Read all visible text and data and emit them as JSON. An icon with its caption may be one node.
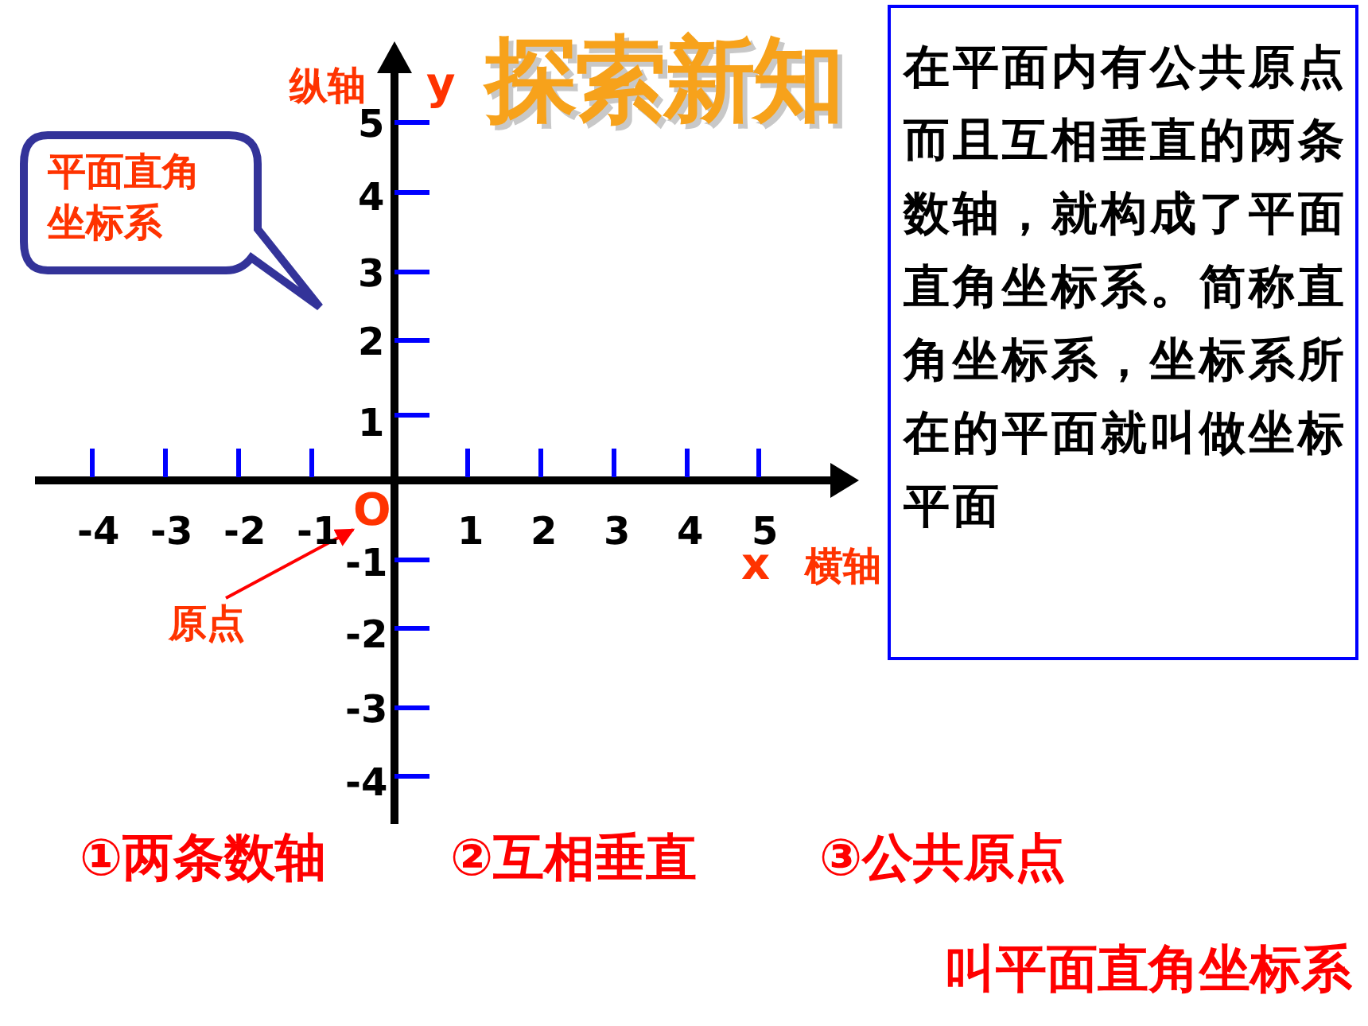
{
  "diagram": {
    "title": "探索新知",
    "nodes": [
      {
        "text": [
          "平面直角坐标系"
        ]
      },
      {
        "text": [
          "在平面内有公共原点而且互相垂直的两条数轴，就构成了平面直角坐标系。简称直角坐标系，坐标系所在的平面就叫做坐标平面"
        ]
      },
      {
        "text": [
          "原点"
        ]
      },
      {
        "text": [
          "O"
        ]
      }
    ],
    "edges": [
      {
        "from": 2,
        "to": 3,
        "arrow": "to",
        "color": "#ff0000"
      }
    ],
    "labels": [
      "纵轴",
      "y",
      "5",
      "4",
      "3",
      "2",
      "1",
      "-4",
      "-3",
      "-2",
      "-1",
      "1",
      "2",
      "3",
      "4",
      "5",
      "-1",
      "-2",
      "-3",
      "-4",
      "x",
      "横轴",
      "①两条数轴",
      "②互相垂直",
      "③公共原点",
      "叫平面直角坐标系"
    ]
  }
}
